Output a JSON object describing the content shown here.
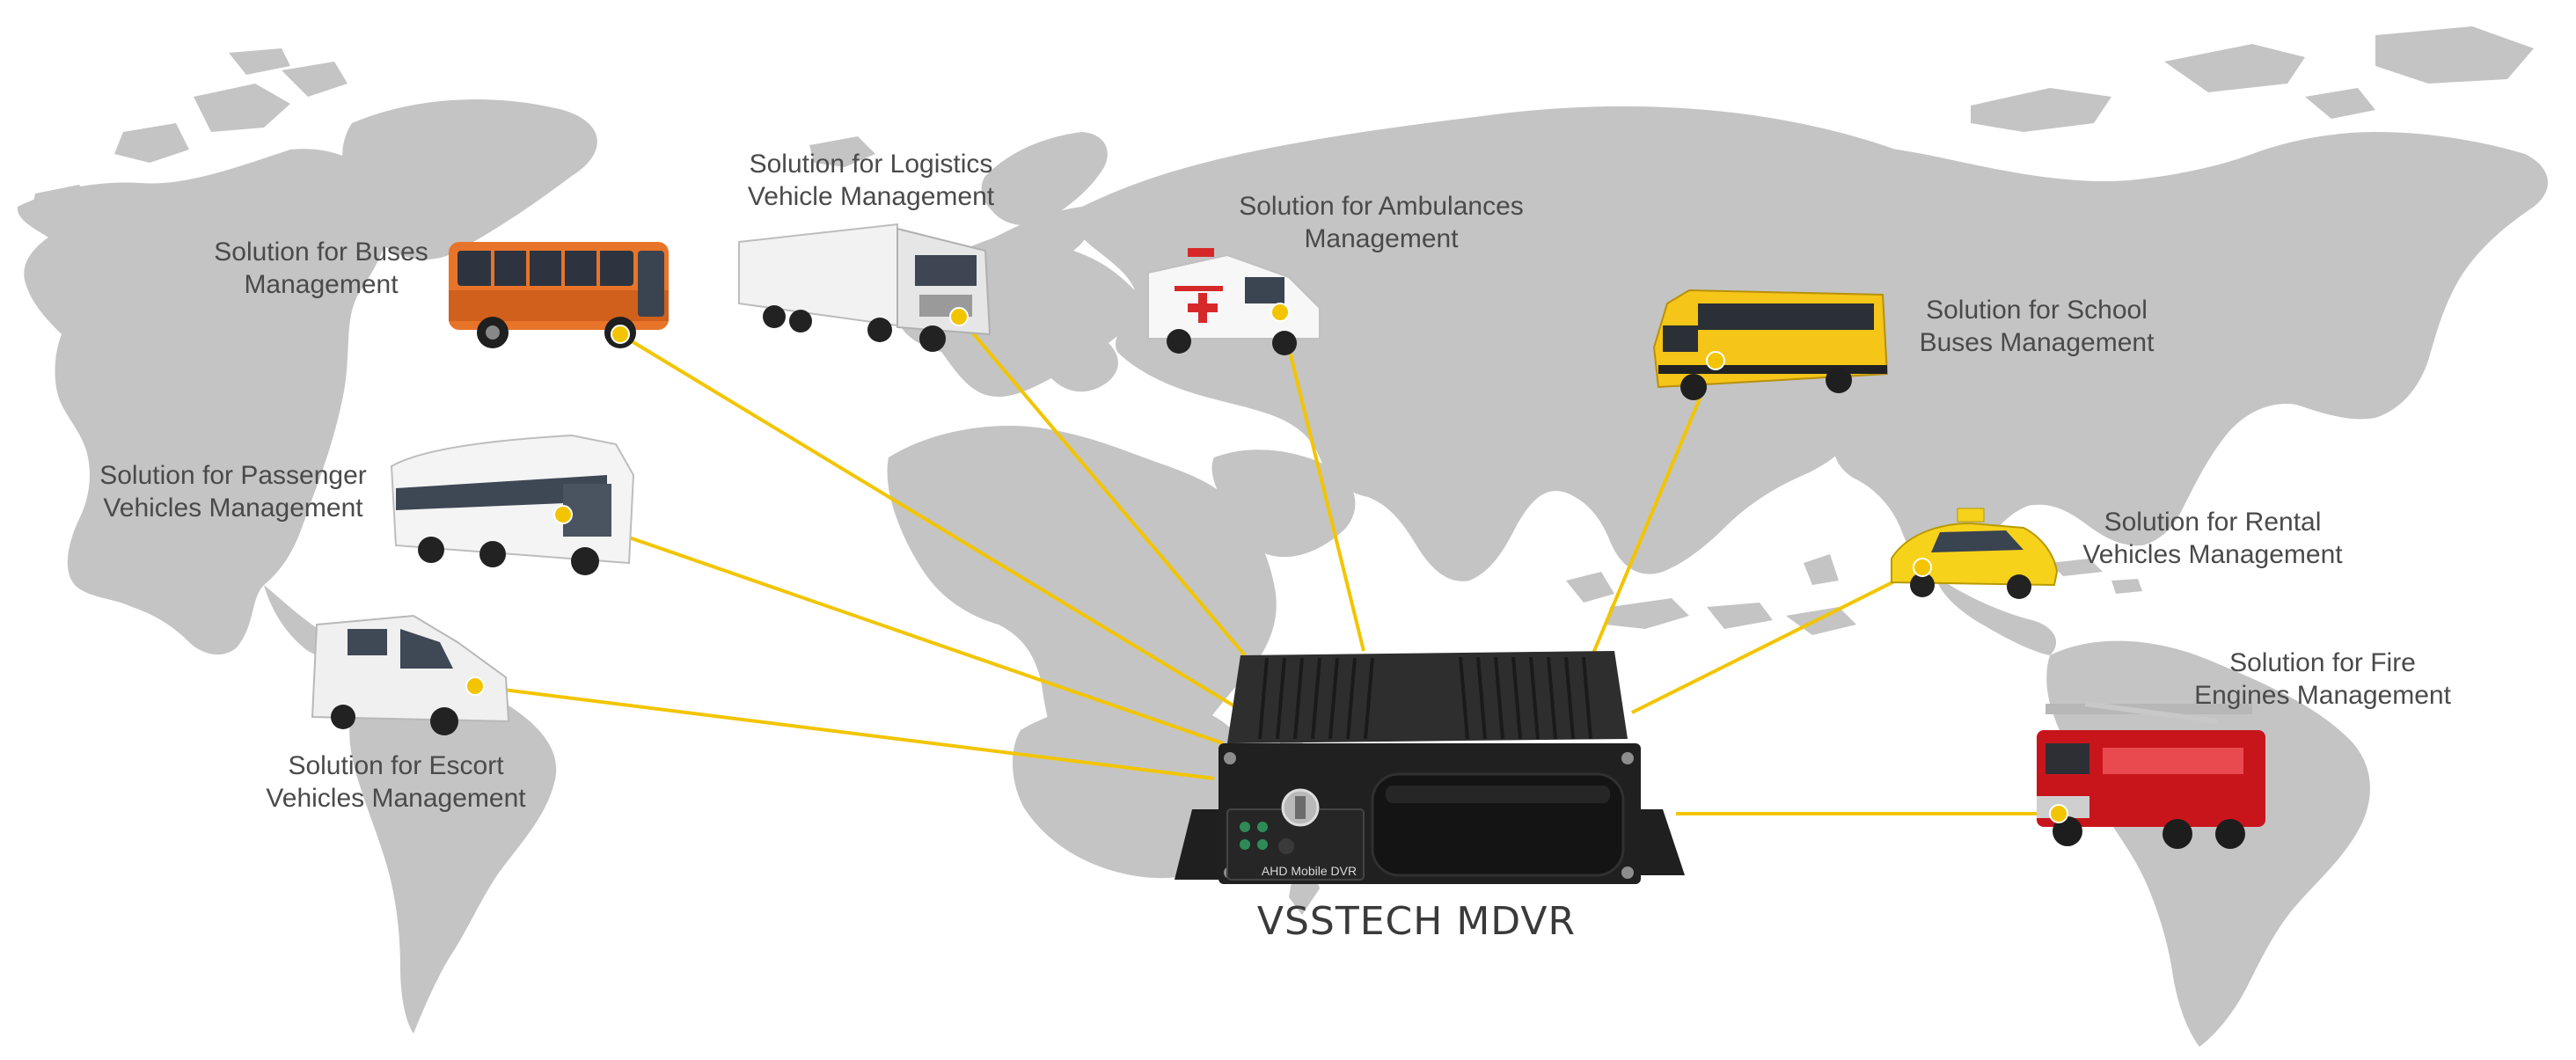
{
  "product": {
    "name": "VSSTECH MDVR",
    "panel_text": "AHD Mobile DVR"
  },
  "colors": {
    "map": "#c4c4c4",
    "connector": "#f2c500",
    "text": "#4a4a4a"
  },
  "solutions": [
    {
      "id": "buses",
      "icon": "orange-city-bus",
      "lines": [
        "Solution for Buses",
        "Management"
      ]
    },
    {
      "id": "logistics",
      "icon": "white-cargo-truck",
      "lines": [
        "Solution for Logistics",
        "Vehicle Management"
      ]
    },
    {
      "id": "ambulances",
      "icon": "ambulance-van",
      "lines": [
        "Solution for Ambulances",
        "Management"
      ]
    },
    {
      "id": "school-buses",
      "icon": "yellow-school-bus",
      "lines": [
        "Solution for School",
        "Buses Management"
      ]
    },
    {
      "id": "passenger",
      "icon": "white-coach-bus",
      "lines": [
        "Solution for Passenger",
        "Vehicles Management"
      ]
    },
    {
      "id": "rental",
      "icon": "yellow-taxi",
      "lines": [
        "Solution for Rental",
        "Vehicles Management"
      ]
    },
    {
      "id": "escort",
      "icon": "white-escort-van",
      "lines": [
        "Solution for Escort",
        "Vehicles Management"
      ]
    },
    {
      "id": "fire",
      "icon": "red-fire-engine",
      "lines": [
        "Solution for Fire",
        "Engines Management"
      ]
    }
  ]
}
